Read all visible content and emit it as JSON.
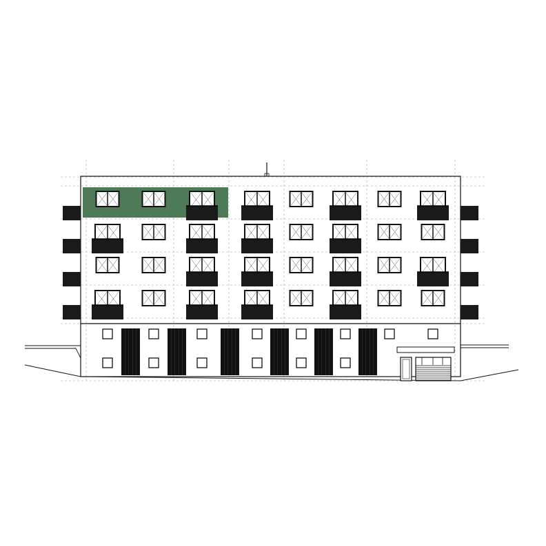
{
  "drawing": {
    "type": "building-elevation",
    "upper_floors": 4,
    "bays_per_floor": 8,
    "ground_floor": "commercial-garage",
    "highlighted_unit": "top-floor-left",
    "colors": {
      "highlight": "#4f7a57",
      "line": "#111111",
      "balcony": "#1a1a1a",
      "guide": "#bdbdbd",
      "background": "#ffffff"
    },
    "floor_bays": [
      [
        "window",
        "window",
        "balcony",
        "balcony",
        "window",
        "balcony",
        "window",
        "balcony"
      ],
      [
        "balcony",
        "window",
        "balcony",
        "balcony",
        "window",
        "balcony",
        "window",
        "window"
      ],
      [
        "window",
        "window",
        "balcony",
        "balcony",
        "window",
        "balcony",
        "window",
        "balcony"
      ],
      [
        "balcony",
        "window",
        "balcony",
        "balcony",
        "window",
        "balcony",
        "window",
        "window"
      ]
    ]
  }
}
